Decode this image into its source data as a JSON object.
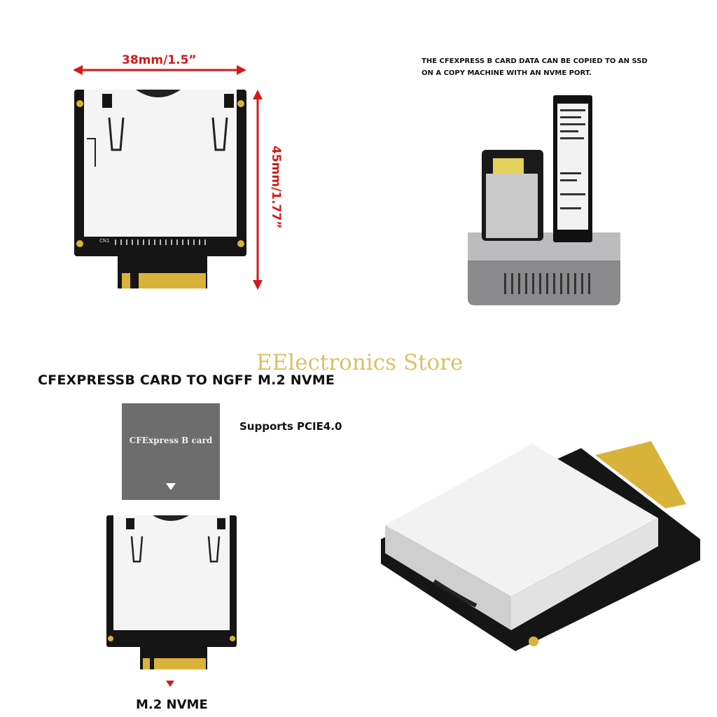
{
  "dimensions": {
    "width": "38mm/1.5”",
    "height": "45mm/1.77”"
  },
  "copy_note": {
    "line1": "THE CFEXPRESS B CARD DATA CAN BE COPIED TO AN SSD",
    "line2": "ON A COPY MACHINE WITH AN NVME PORT."
  },
  "watermark": "EElectronics Store",
  "headline": "CFEXPRESSB CARD TO NGFF M.2 NVME",
  "features": {
    "pcie": "Supports PCIE4.0",
    "card_label": "CFExpress B card",
    "slot_label": "M.2 NVME"
  },
  "board": {
    "silk_label": "CN1"
  },
  "colors": {
    "accent_red": "#d31a1a",
    "pcb_black": "#151515",
    "gold": "#d9b23a",
    "watermark_gold": "#d8b54c",
    "card_gray": "#6d6d6d"
  }
}
